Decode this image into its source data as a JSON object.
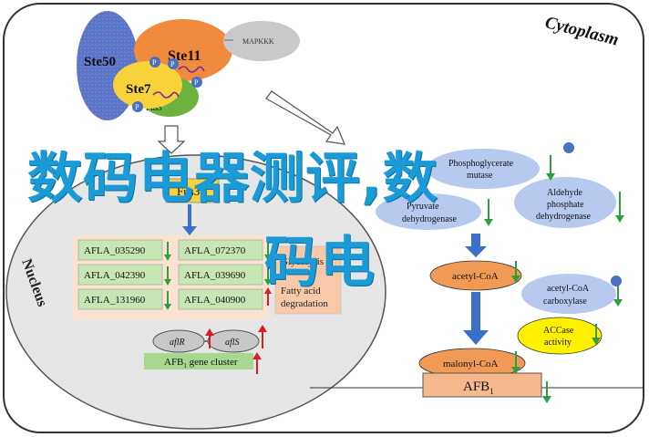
{
  "cytoplasm_label": "Cytoplasm",
  "nucleus_label": "Nucleus",
  "kinases": {
    "ste50": "Ste50",
    "ste11": "Ste11",
    "ste7": "Ste7",
    "fus3": "Fus3",
    "mapkkk": "MAPKKK",
    "phospho": "P"
  },
  "nucleus_box_label": "Fus3",
  "afla_genes": [
    {
      "label": "AFLA_035290",
      "arrow": "down"
    },
    {
      "label": "AFLA_072370",
      "arrow": "down"
    },
    {
      "label": "AFLA_042390",
      "arrow": "down"
    },
    {
      "label": "AFLA_039690",
      "arrow": "down"
    },
    {
      "label": "AFLA_131960",
      "arrow": "down"
    },
    {
      "label": "AFLA_040900",
      "arrow": "up"
    }
  ],
  "process_box": {
    "line1": "Glycolysis",
    "line2": "Fatty acid",
    "line3": "degradation"
  },
  "afl_genes": {
    "aflR": "aflR",
    "aflS": "aflS"
  },
  "cluster_label": "AFB",
  "cluster_subscript": "1",
  "cluster_suffix": " gene cluster",
  "pathway": {
    "phospho_line1": "Phosphoglycerate",
    "phospho_line2": "mutase",
    "pyruvate_line1": "Pyruvate",
    "pyruvate_line2": "dehydrogenase",
    "aldehyde_line1": "Aldehyde",
    "aldehyde_line2": "phosphate",
    "aldehyde_line3": "dehydrogenase",
    "acetyl_coa": "acetyl-CoA",
    "acc_line1": "acetyl-CoA",
    "acc_line2": "carboxylase",
    "accase_line1": "ACCase",
    "accase_line2": "activity",
    "malonyl_coa": "malonyl-CoA",
    "afb_label": "AFB",
    "afb_subscript": "1"
  },
  "overlay_text": {
    "line1": "数码电器测评,数",
    "line2": "码电"
  },
  "colors": {
    "cell_stroke": "#333333",
    "nucleus_fill": "#e6e6e6",
    "ste50": "#5a74c8",
    "ste11": "#f08a3c",
    "ste7": "#f7d23a",
    "fus3": "#6db33f",
    "mapkkk": "#c9c9c9",
    "phospho": "#4a6fc4",
    "afla_box": "#c8e6b4",
    "afla_panel": "#fbe3d2",
    "process_box": "#f8c9a8",
    "afl_oval": "#c8c8c8",
    "cluster_bar": "#a8d890",
    "pathway_oval": "#f19a55",
    "blue_oval": "#b7c9ef",
    "accase": "#fff200",
    "afb_box": "#f6b98e",
    "arrow_blue": "#3b6fc9",
    "down_arrow": "#2e9e3e",
    "up_arrow": "#d91f26",
    "overlay": "#1a9bd7"
  }
}
